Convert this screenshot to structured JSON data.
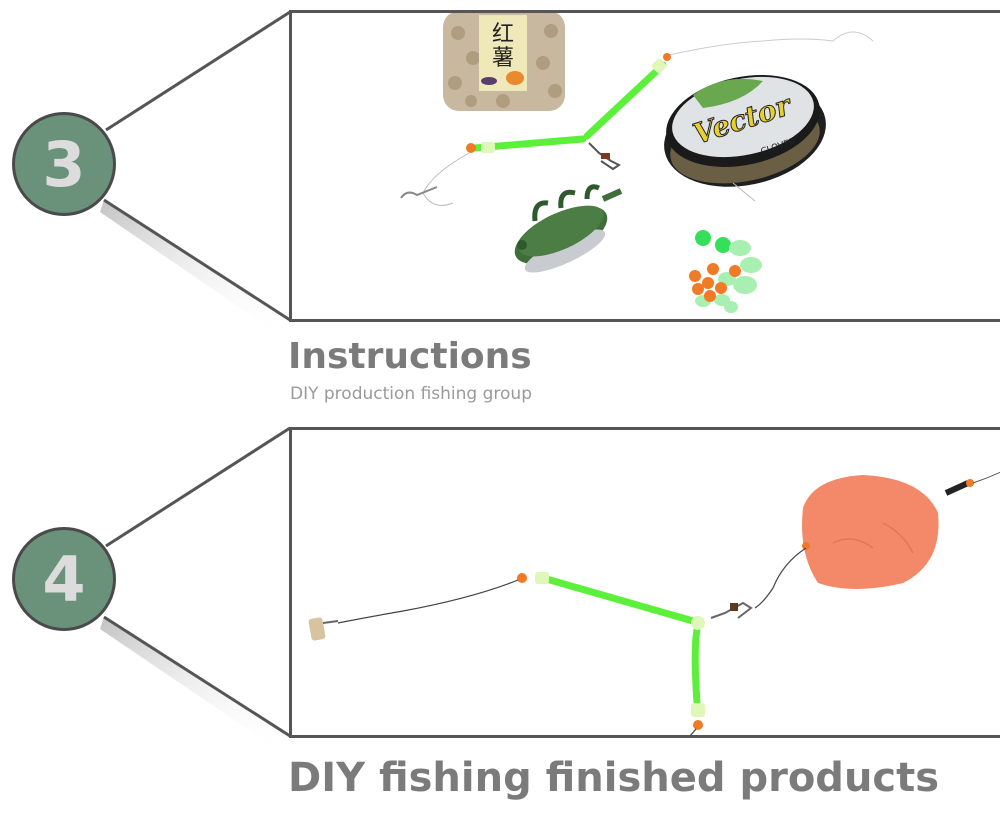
{
  "steps": [
    {
      "number": "3",
      "photo_description": "Fishing rig components: bait pellet jar, green Y-shaped rig tube with beads and swivel, hook with line, green method feeder, Vector fishing line spool, orange and green beads",
      "spool_label": "Vector",
      "spool_brand": "CLOVER"
    },
    {
      "number": "4",
      "photo_description": "Finished DIY fishing rig: bait pellet on hook line, green Y-shaped tube connector with orange beads, swivel, orange bait ball on feeder"
    }
  ],
  "section": {
    "heading": "Instructions",
    "subheading": "DIY production fishing group"
  },
  "footer": {
    "caption": "DIY fishing finished products"
  },
  "colors": {
    "badge_fill": "#6a917a",
    "badge_text": "#dcdcdc",
    "frame_stroke": "#555555",
    "heading_text": "#7b7b7b",
    "subheading_text": "#9a9a9a",
    "tube_green": "#5cf03a",
    "bead_orange": "#f07a25",
    "bait_ball": "#f4896a",
    "feeder_green": "#3f6e3a"
  }
}
